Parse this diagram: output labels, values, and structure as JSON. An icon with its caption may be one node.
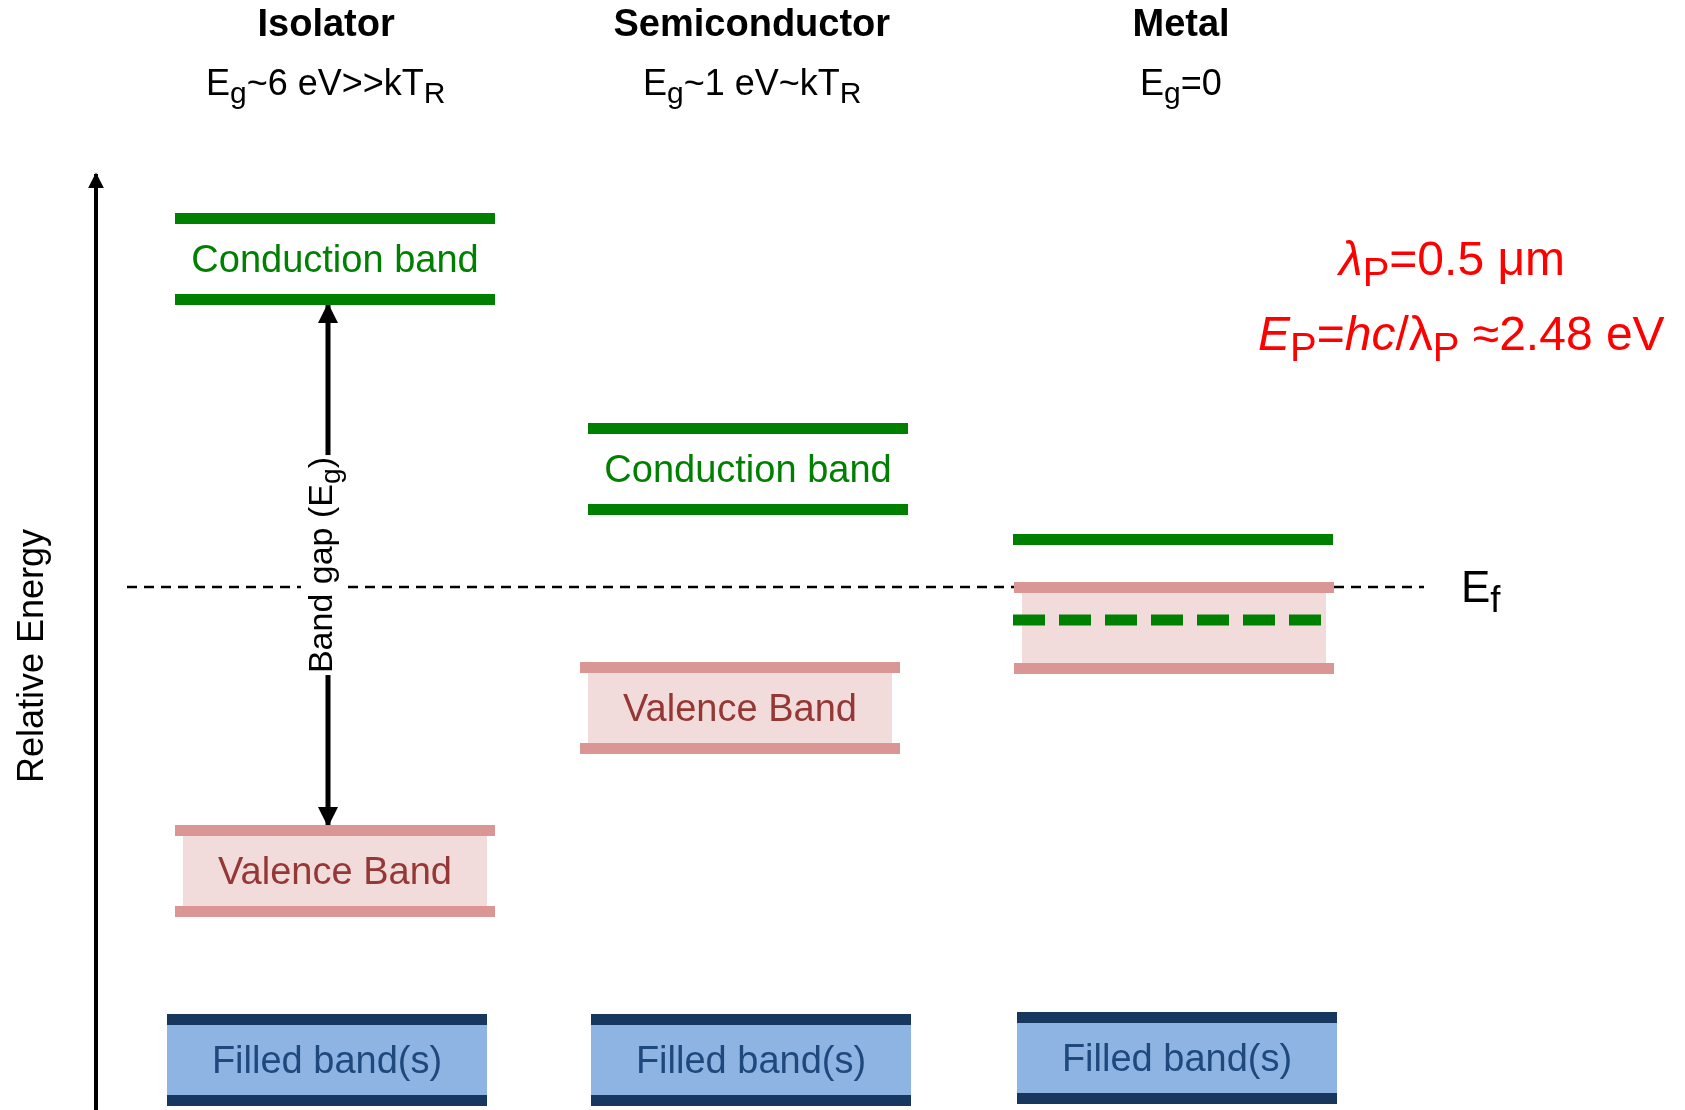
{
  "diagram": {
    "nodes": [
      {
        "text": [
          "Conduction band"
        ]
      },
      {
        "text": [
          "Valence Band"
        ]
      },
      {
        "text": [
          "Filled band(s)"
        ]
      },
      {
        "text": [
          "Conduction band"
        ]
      },
      {
        "text": [
          "Valence Band"
        ]
      },
      {
        "text": [
          "Filled band(s)"
        ]
      },
      {
        "text": [],
        "shape": "bar"
      },
      {
        "text": [],
        "shape": "box"
      },
      {
        "text": [
          "Filled band(s)"
        ]
      }
    ],
    "edges": [
      {
        "from": 1,
        "to": 0,
        "arrow": "both",
        "label": "Band gap (E$_{g}$)"
      }
    ],
    "labels": [
      "Isolator",
      "E$_{g}$~6 eV>>kT$_{R}$",
      "Semiconductor",
      "E$_{g}$~1 eV~kT$_{R}$",
      "Metal",
      "E$_{g}$=0",
      "*λ*$_{P}$=0.5 μm",
      "*E*$_{P}$=*hc*/λ$_{P}$ ≈2.48 eV",
      "Relative Energy",
      "E$_{f}$"
    ]
  }
}
